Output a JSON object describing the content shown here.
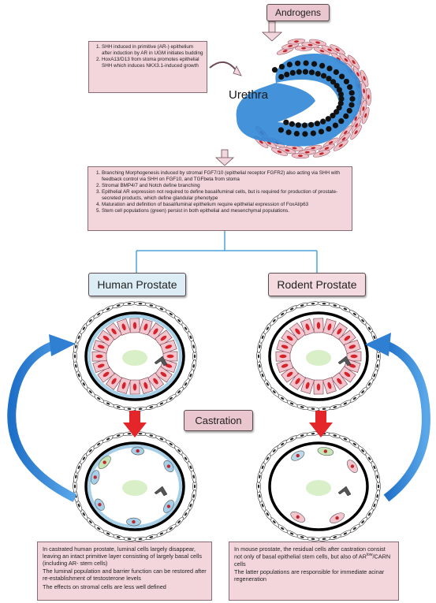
{
  "top_label": "Androgens",
  "urethra_label": "Urethra",
  "castration_label": "Castration",
  "human_label": "Human Prostate",
  "rodent_label": "Rodent Prostate",
  "box1": [
    "SHH induced in primitive (AR-) epithelium after induction by AR in UGM initiates budding",
    "HoxA13/D13 from stoma promotes epithelial SHH which induces NKX3.1-induced growth"
  ],
  "box2": [
    "Branching Morphogenesis induced by stromal FGF7/10 (epithelial receptor FGFR2) also acting via SHH with feedback control via SHH on FGF10, and TGFbeta from stoma",
    "Stromal BMP4/7 and Notch define branching",
    "Epithelial AR expression not required to define basal/luminal cells, but is required for production of prostate-secreted products, which define glandular phenotype",
    "Maturation and definition of basal/luminal epithelium require epithelial expression of FoxAl/p63",
    "Stem cell populations (green) persist in both epithelial and mesenchymal populations."
  ],
  "box3": [
    "In castrated human prostate, luminal cells largely disappear, leaving an intact primitive layer consisting of largely basal cells (including AR- stem cells)",
    "The luminal population and barrier function can be restored after re-establishment of testosterone levels",
    "The effects on stromal cells are less well defined"
  ],
  "box4_pre": "In mouse prostate, the residual cells after castration consist not only of basal epithelial stem cells, but also of AR",
  "box4_sup": "low",
  "box4_post": "/CARN cells",
  "box4_rest": [
    "The latter populations are responsible for immediate acinar regeneration"
  ],
  "colors": {
    "box_fill": "#f2d6dc",
    "epithelium_blue": "#2f86d6",
    "stroma_pink": "#f0c0c8",
    "arrow_red": "#e4262a",
    "arrow_blue": "#2f7fd2",
    "lumen_green": "#d8efc8"
  }
}
